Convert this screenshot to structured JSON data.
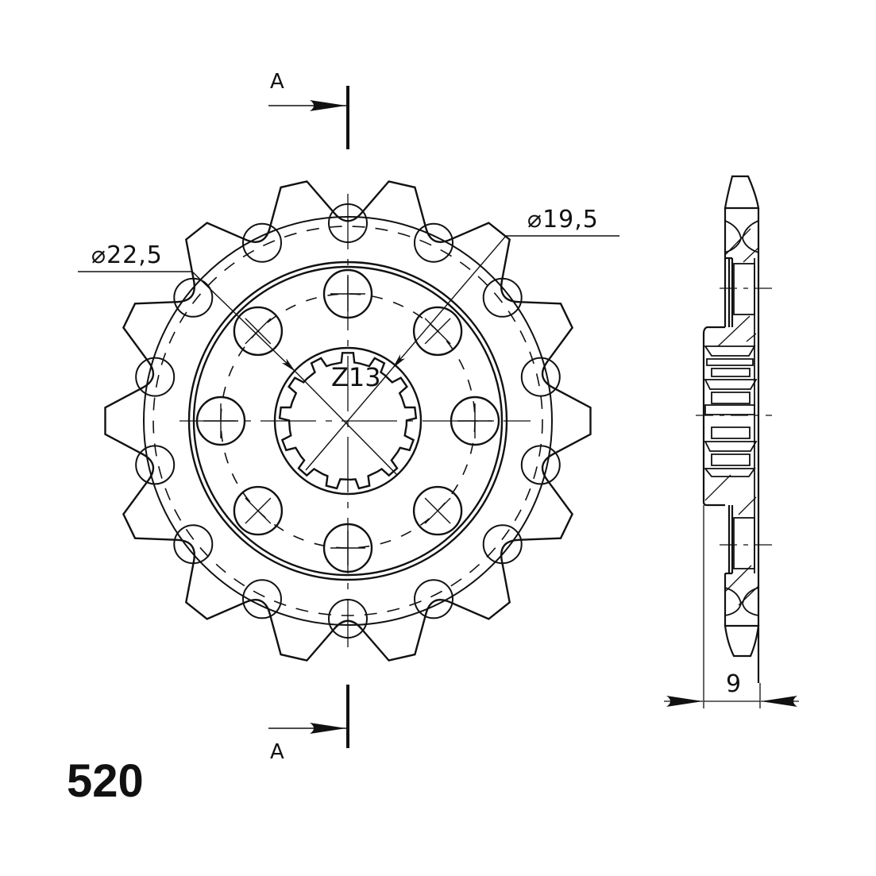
{
  "drawing": {
    "type": "front sprocket technical drawing",
    "colors": {
      "line": "#111111",
      "background": "#ffffff"
    },
    "pitch_label": "520",
    "section_marker_top": "A",
    "section_marker_bottom": "A",
    "spline_label": "Z13",
    "dimensions": {
      "outer_diameter_label": "22,5",
      "inner_diameter_label": "19,5",
      "diameter_symbol": "⌀",
      "width_label": "9"
    },
    "front_view": {
      "sprocket_teeth": 14,
      "spline_teeth": 13,
      "lightening_holes": 8
    }
  }
}
